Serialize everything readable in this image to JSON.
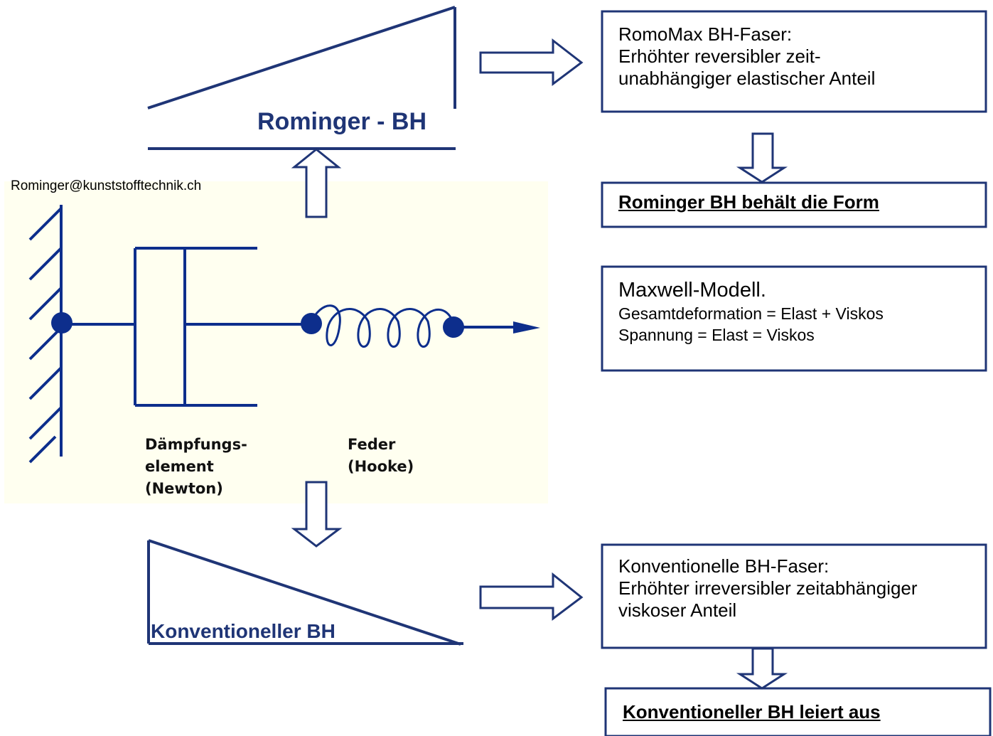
{
  "email": "Rominger@kunststofftechnik.ch",
  "top_shape": {
    "title": "Rominger - BH"
  },
  "bottom_shape": {
    "title": "Konventioneller BH"
  },
  "box_romomax": {
    "line1": "RomoMax BH-Faser:",
    "line2": "Erhöhter reversibler zeit-",
    "line3": "unabhängiger elastischer Anteil"
  },
  "box_form": {
    "text": "Rominger BH behält die Form"
  },
  "box_maxwell": {
    "title": "Maxwell-Modell.",
    "line1": "Gesamtdeformation = Elast + Viskos",
    "line2": "Spannung = Elast = Viskos"
  },
  "box_konv": {
    "line1": "Konventionelle BH-Faser:",
    "line2": "Erhöhter irreversibler zeitabhängiger",
    "line3": "viskoser Anteil"
  },
  "box_leiert": {
    "text": "Konventioneller BH leiert aus"
  },
  "model": {
    "damper_label": [
      "Dämpfungs-",
      "element",
      "(Newton)"
    ],
    "spring_label": [
      "Feder",
      "(Hooke)"
    ]
  },
  "colors": {
    "navy": "#1f3576",
    "panel": "#fffff0",
    "model_blue": "#0d2e8c"
  }
}
